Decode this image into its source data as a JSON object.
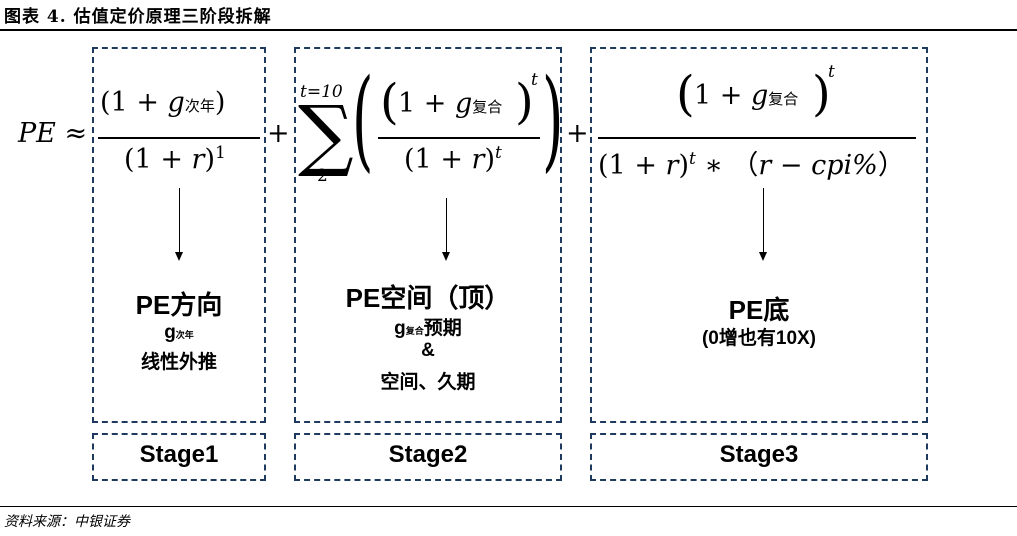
{
  "header": {
    "title": "图表 4. 估值定价原理三阶段拆解"
  },
  "source": "资料来源：中银证券",
  "formula": {
    "lhs": "PE",
    "approx": "≈",
    "plus": "+",
    "open_paren": "(",
    "close_paren": ")",
    "one": "1",
    "g": "g",
    "r": "r",
    "t": "t",
    "sum_upper": "t=10",
    "sum_lower": "2",
    "sum_symbol": "∑",
    "sub_next_year": "次年",
    "sub_compound": "复合",
    "exp_one": "1",
    "star": "∗",
    "minus": "−",
    "cpi": "cpi%",
    "fw_open": "（",
    "fw_close": "）"
  },
  "stages": [
    {
      "label": "Stage1",
      "title": "PE方向",
      "g": "g",
      "g_sub": "次年",
      "line1": "线性外推"
    },
    {
      "label": "Stage2",
      "title": "PE空间（顶）",
      "g": "g",
      "g_sub": "复合",
      "g_suffix": "预期",
      "amp": "&",
      "line2": "空间、久期"
    },
    {
      "label": "Stage3",
      "title": "PE底",
      "line1": "(0增也有10X)"
    }
  ]
}
